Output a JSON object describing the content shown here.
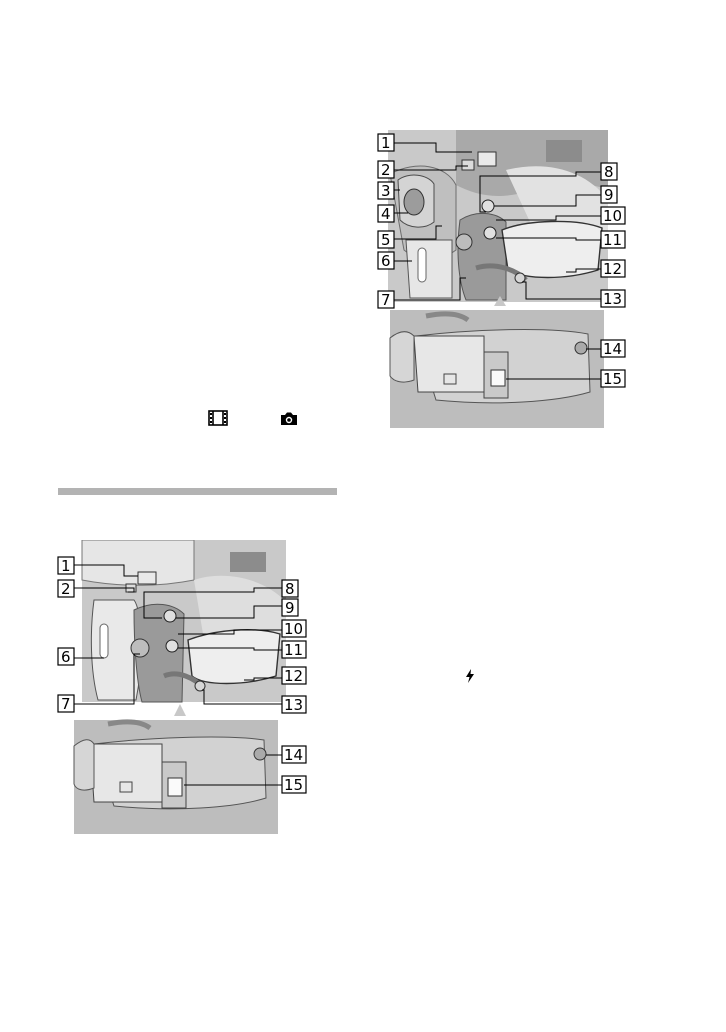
{
  "icons": {
    "movie_mode": "film-strip-icon",
    "photo_mode": "camera-icon",
    "flash": "lightning-icon"
  },
  "figure_top_right": {
    "callouts_left": [
      "1",
      "2",
      "3",
      "4",
      "5",
      "6",
      "7"
    ],
    "callouts_right": [
      "8",
      "9",
      "10",
      "11",
      "12",
      "13",
      "14",
      "15"
    ]
  },
  "figure_bottom_left": {
    "callouts_left": [
      "1",
      "2",
      "6",
      "7"
    ],
    "callouts_right": [
      "8",
      "9",
      "10",
      "11",
      "12",
      "13",
      "14",
      "15"
    ]
  },
  "glyphs": {
    "film": "🎞",
    "camera": "📷",
    "flash": "ϟ"
  }
}
